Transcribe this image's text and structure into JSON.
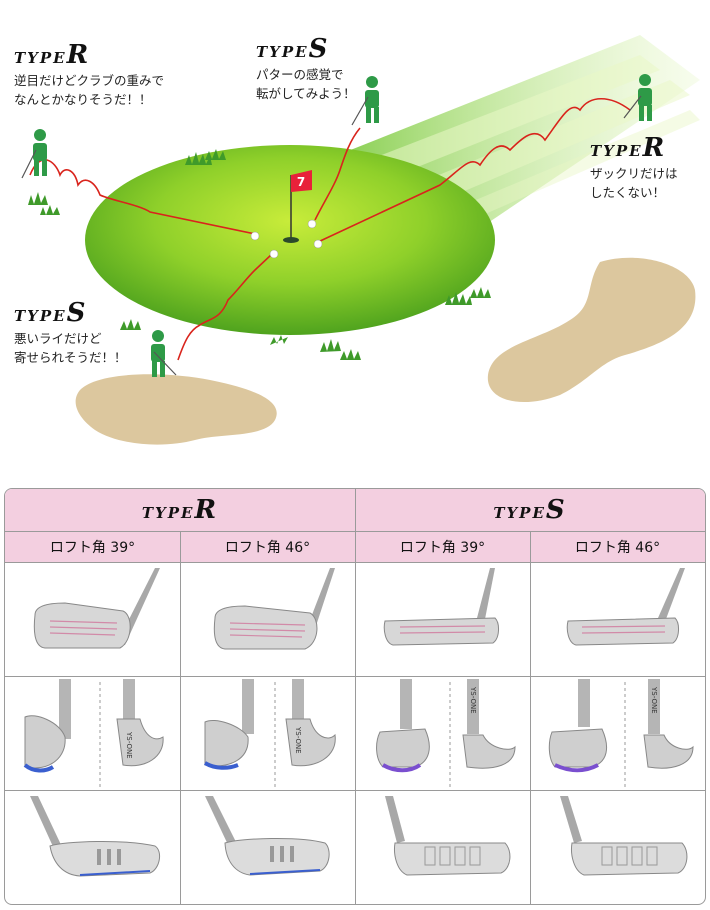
{
  "illustration": {
    "type_r_left": {
      "prefix": "TYPE",
      "letter": "R",
      "lines": [
        "逆目だけどクラブの重みで",
        "なんとかなりそうだ！！"
      ]
    },
    "type_s_top": {
      "prefix": "TYPE",
      "letter": "S",
      "lines": [
        "パターの感覚で",
        "転がしてみよう！"
      ]
    },
    "type_r_right": {
      "prefix": "TYPE",
      "letter": "R",
      "lines": [
        "ザックリだけは",
        "したくない！"
      ]
    },
    "type_s_left": {
      "prefix": "TYPE",
      "letter": "S",
      "lines": [
        "悪いライだけど",
        "寄せられそうだ！！"
      ]
    },
    "flag_number": "7"
  },
  "table": {
    "groups": [
      {
        "prefix": "TYPE",
        "letter": "R"
      },
      {
        "prefix": "TYPE",
        "letter": "S"
      }
    ],
    "columns": [
      "ロフト角 39°",
      "ロフト角 46°",
      "ロフト角 39°",
      "ロフト角 46°"
    ],
    "shaft_brand": "YS-ONE"
  }
}
